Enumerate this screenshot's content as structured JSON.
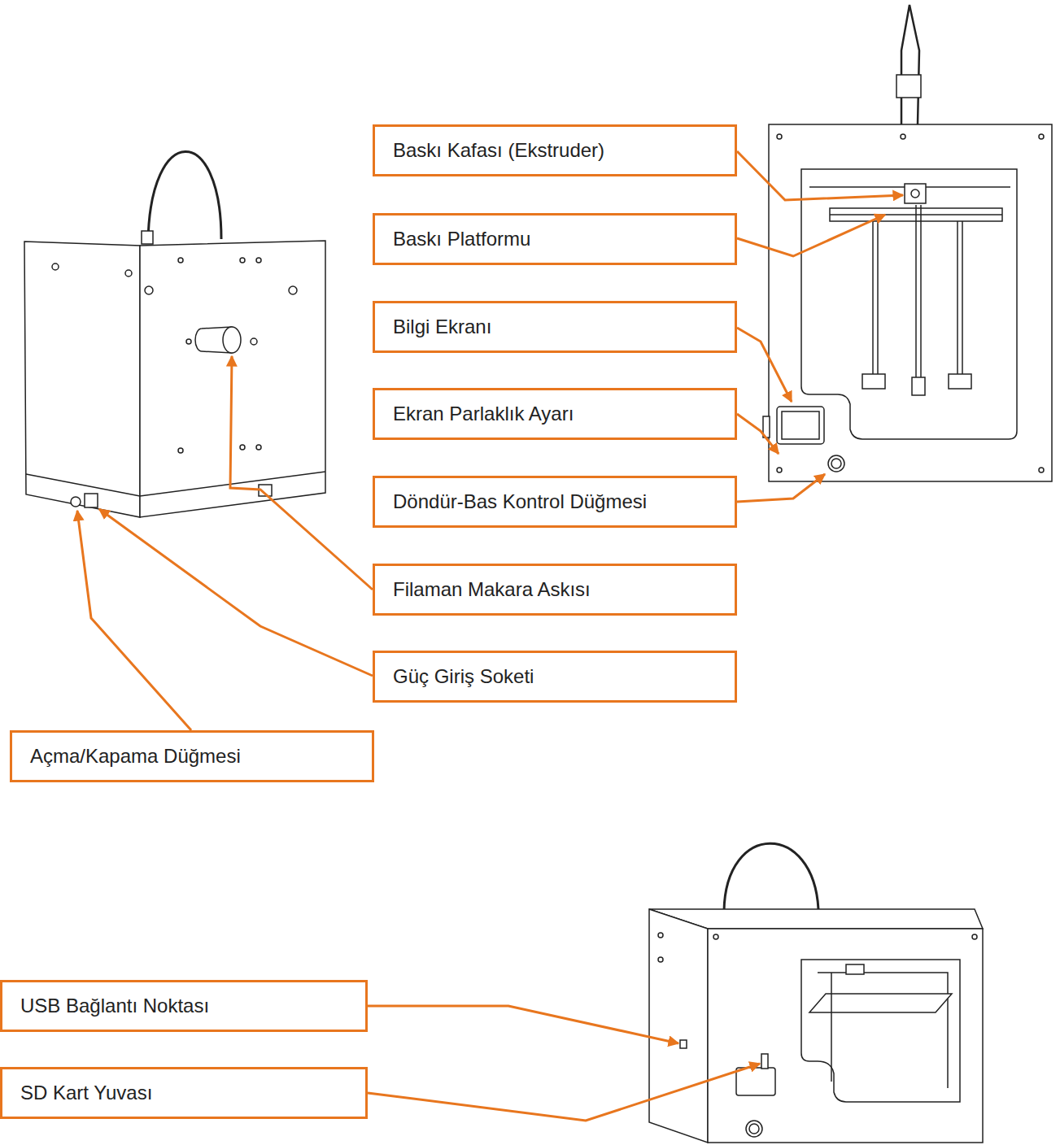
{
  "diagram": {
    "nodes": [
      {
        "text": [
          "Baskı Kafası (Ekstruder)"
        ]
      },
      {
        "text": [
          "Baskı Platformu"
        ]
      },
      {
        "text": [
          "Bilgi Ekranı"
        ]
      },
      {
        "text": [
          "Ekran Parlaklık Ayarı"
        ]
      },
      {
        "text": [
          "Döndür-Bas Kontrol Düğmesi"
        ]
      },
      {
        "text": [
          "Filaman Makara Askısı"
        ]
      },
      {
        "text": [
          "Güç Giriş Soketi"
        ]
      },
      {
        "text": [
          "Açma/Kapama Düğmesi"
        ]
      },
      {
        "text": [
          "USB Bağlantı Noktası"
        ]
      },
      {
        "text": [
          "SD Kart Yuvası"
        ]
      }
    ]
  }
}
